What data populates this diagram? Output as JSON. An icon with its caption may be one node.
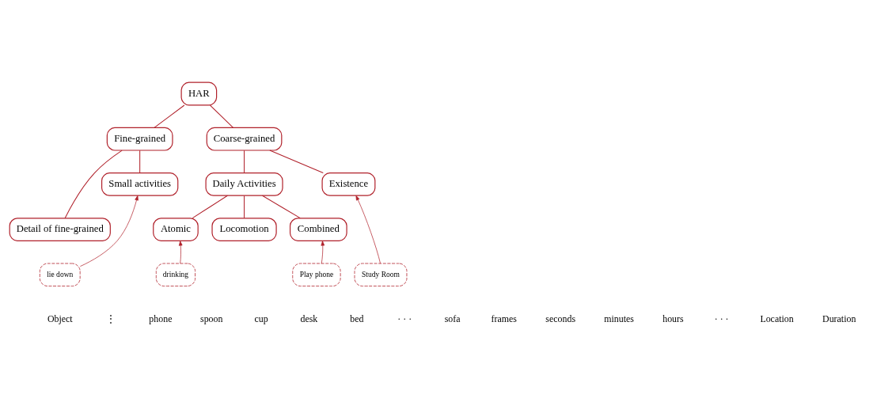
{
  "diagram": {
    "nodes": [
      {
        "text": [
          "HAR"
        ]
      },
      {
        "text": [
          "Fine-grained"
        ]
      },
      {
        "text": [
          "Coarse-grained"
        ]
      },
      {
        "text": [
          "Detail of fine-grained"
        ]
      },
      {
        "text": [
          "Small activities"
        ]
      },
      {
        "text": [
          "Daily Activities"
        ]
      },
      {
        "text": [
          "Existence"
        ]
      },
      {
        "text": [
          "Atomic"
        ]
      },
      {
        "text": [
          "Locomotion"
        ]
      },
      {
        "text": [
          "Combined"
        ]
      },
      {
        "text": [
          "Play phone"
        ]
      },
      {
        "text": [
          "drinking"
        ]
      },
      {
        "text": [
          "lie down"
        ]
      },
      {
        "text": [
          "Study Room"
        ]
      }
    ],
    "edges": [
      {
        "from": 0,
        "to": 1,
        "arrow": "none"
      },
      {
        "from": 0,
        "to": 2,
        "arrow": "none"
      },
      {
        "from": 1,
        "to": 3,
        "arrow": "none"
      },
      {
        "from": 1,
        "to": 4,
        "arrow": "none"
      },
      {
        "from": 2,
        "to": 5,
        "arrow": "none"
      },
      {
        "from": 2,
        "to": 6,
        "arrow": "none"
      },
      {
        "from": 5,
        "to": 7,
        "arrow": "none"
      },
      {
        "from": 5,
        "to": 8,
        "arrow": "none"
      },
      {
        "from": 5,
        "to": 9,
        "arrow": "none"
      },
      {
        "from": 12,
        "to": 4,
        "arrow": "to"
      },
      {
        "from": 11,
        "to": 7,
        "arrow": "to"
      },
      {
        "from": 10,
        "to": 9,
        "arrow": "to"
      },
      {
        "from": 13,
        "to": 6,
        "arrow": "to"
      }
    ],
    "labels": [
      "Object",
      "⋮",
      "phone",
      "spoon",
      "cup",
      "desk",
      "bed",
      "· · ·",
      "sofa",
      "frames",
      "seconds",
      "minutes",
      "hours",
      "· · ·",
      "Location",
      "Duration"
    ]
  }
}
